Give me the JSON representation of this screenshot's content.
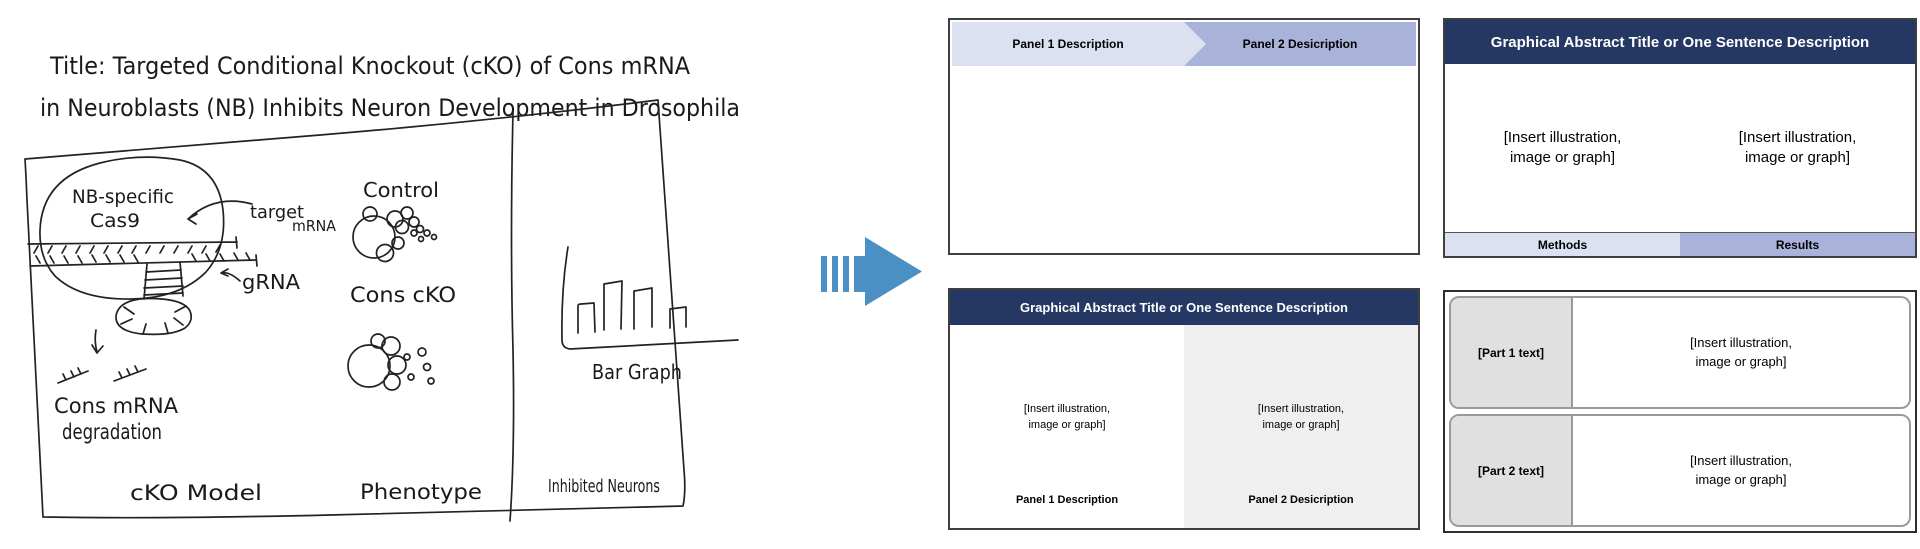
{
  "colors": {
    "arrow_blue": "#4a90c5",
    "navy_header": "#253763",
    "lavender_light": "#dce1f1",
    "periwinkle": "#a9b3da",
    "panel_gray": "#efefef",
    "part_cell_gray": "#e0e0e0",
    "ink": "#222222"
  },
  "sketch": {
    "title_line1": "Title: Targeted Conditional Knockout (cKO) of Cons mRNA",
    "title_line2": "in Neuroblasts (NB) Inhibits Neuron Development in Drosophila",
    "nb_cell_line1": "NB-specific",
    "nb_cell_line2": "Cas9",
    "target_line1": "target",
    "target_line2": "mRNA",
    "grna_label": "gRNA",
    "degradation_line1": "Cons mRNA",
    "degradation_line2": "degradation",
    "control_label": "Control",
    "cons_cko_label": "Cons cKO",
    "bar_graph_label": "Bar Graph",
    "col1_label": "cKO Model",
    "col2_label": "Phenotype",
    "col3_label": "Inhibited Neurons"
  },
  "templates": {
    "top_left": {
      "panel1_label": "Panel 1 Description",
      "panel2_label": "Panel 2 Desicription"
    },
    "top_right": {
      "title": "Graphical Abstract Title or One Sentence Description",
      "placeholder_line1": "[Insert illustration,",
      "placeholder_line2": "image or graph]",
      "footer_left": "Methods",
      "footer_right": "Results"
    },
    "bottom_left": {
      "title": "Graphical Abstract Title or One Sentence Description",
      "placeholder_line1": "[Insert illustration,",
      "placeholder_line2": "image or graph]",
      "panel1_label": "Panel 1 Description",
      "panel2_label": "Panel 2 Desicription"
    },
    "bottom_right": {
      "part1_label": "[Part 1 text]",
      "part2_label": "[Part 2 text]",
      "placeholder_line1": "[Insert illustration,",
      "placeholder_line2": "image or graph]"
    }
  }
}
